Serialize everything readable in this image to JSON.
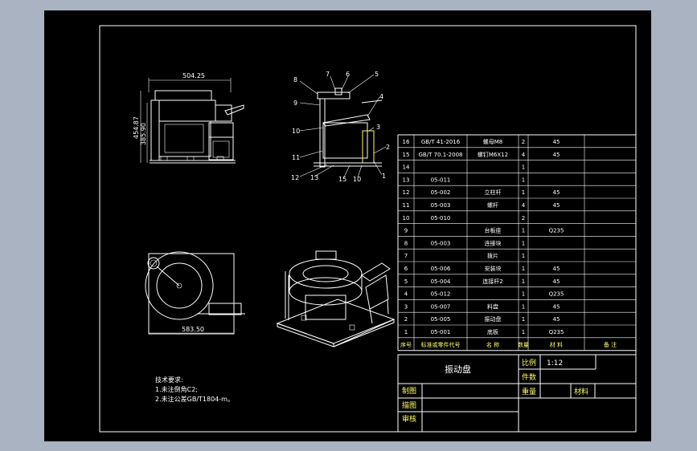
{
  "views": {
    "front": {
      "dim_width": "504.25",
      "dim_height_outer": "454.87",
      "dim_height_inner": "385.90"
    },
    "top": {
      "dim_width": "583.50"
    },
    "side": {
      "balloons": [
        "8",
        "7",
        "6",
        "5",
        "4",
        "9",
        "3",
        "10",
        "2",
        "11",
        "1",
        "12",
        "13",
        "15",
        "10"
      ]
    }
  },
  "notes": {
    "heading": "技术要求:",
    "lines": [
      "1.未注倒角C2;",
      "2.未注公差GB/T1804-m。"
    ]
  },
  "bom": {
    "rows": [
      {
        "no": "16",
        "code": "GB/T 41-2016",
        "name": "螺母M8",
        "qty": "2",
        "material": "45",
        "remark": ""
      },
      {
        "no": "15",
        "code": "GB/T 70.1-2008",
        "name": "螺钉M6X12",
        "qty": "4",
        "material": "45",
        "remark": ""
      },
      {
        "no": "14",
        "code": "",
        "name": "",
        "qty": "1",
        "material": "",
        "remark": ""
      },
      {
        "no": "13",
        "code": "05-011",
        "name": "",
        "qty": "1",
        "material": "",
        "remark": ""
      },
      {
        "no": "12",
        "code": "05-002",
        "name": "立柱杆",
        "qty": "1",
        "material": "45",
        "remark": ""
      },
      {
        "no": "11",
        "code": "05-003",
        "name": "螺杆",
        "qty": "4",
        "material": "45",
        "remark": ""
      },
      {
        "no": "10",
        "code": "05-010",
        "name": "",
        "qty": "2",
        "material": "",
        "remark": ""
      },
      {
        "no": "9",
        "code": "",
        "name": "台板座",
        "qty": "1",
        "material": "Q235",
        "remark": ""
      },
      {
        "no": "8",
        "code": "05-003",
        "name": "连接块",
        "qty": "1",
        "material": "",
        "remark": ""
      },
      {
        "no": "7",
        "code": "",
        "name": "拨片",
        "qty": "1",
        "material": "",
        "remark": ""
      },
      {
        "no": "6",
        "code": "05-006",
        "name": "安装块",
        "qty": "1",
        "material": "45",
        "remark": ""
      },
      {
        "no": "5",
        "code": "05-004",
        "name": "连接杆2",
        "qty": "1",
        "material": "45",
        "remark": ""
      },
      {
        "no": "4",
        "code": "05-012",
        "name": "",
        "qty": "1",
        "material": "Q235",
        "remark": ""
      },
      {
        "no": "3",
        "code": "05-007",
        "name": "料盘",
        "qty": "1",
        "material": "45",
        "remark": ""
      },
      {
        "no": "2",
        "code": "05-005",
        "name": "振动盘",
        "qty": "1",
        "material": "45",
        "remark": ""
      },
      {
        "no": "1",
        "code": "05-001",
        "name": "底板",
        "qty": "1",
        "material": "Q235",
        "remark": ""
      }
    ],
    "header": {
      "no": "序号",
      "code": "标准或零件代号",
      "name": "名 称",
      "qty": "数量",
      "material": "材 料",
      "remark": "备 注"
    }
  },
  "title_block": {
    "drawing_name": "振动盘",
    "scale_label": "比例",
    "scale_value": "1:12",
    "count_label": "件数",
    "drawn_label": "制图",
    "draft_label": "描图",
    "review_label": "审核",
    "weight_label": "重量",
    "material_label": "材料"
  },
  "colors": {
    "background": "#000000",
    "lines": "#ffffff",
    "accent": "#ffff66",
    "frame": "#a9b3c1"
  }
}
